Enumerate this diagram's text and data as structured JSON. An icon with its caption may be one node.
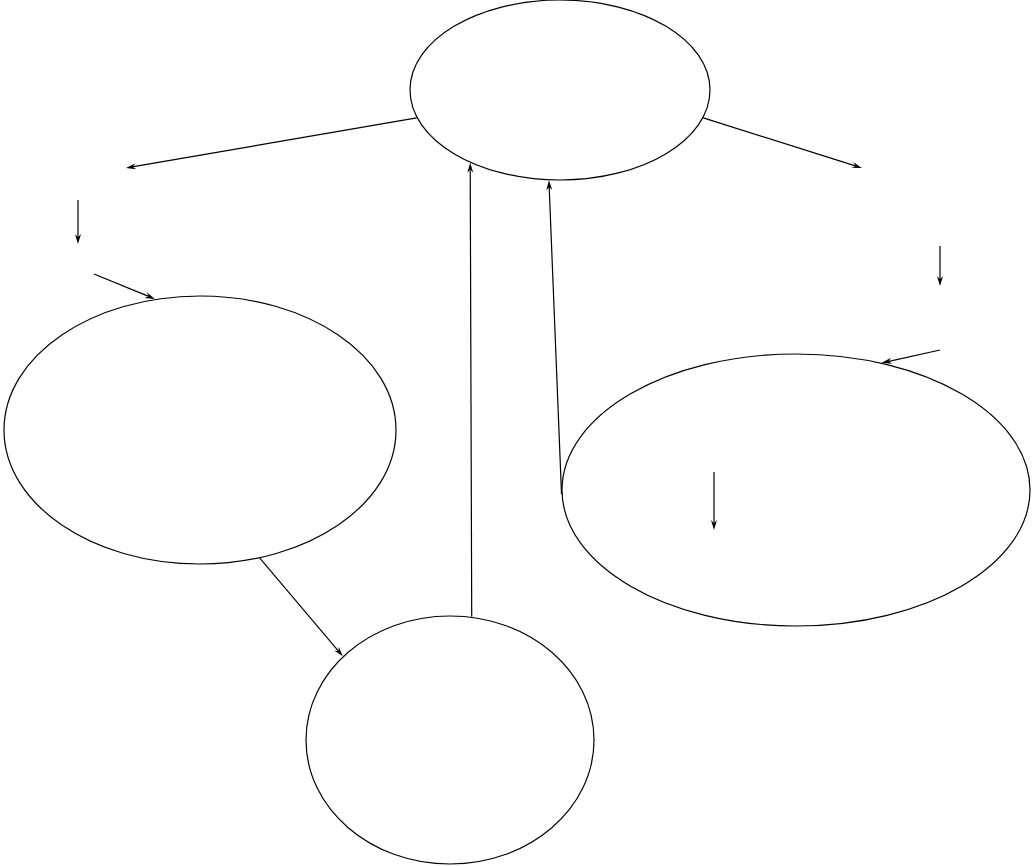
{
  "diagram": {
    "nodes": [
      {
        "text": [],
        "shape": "ellipse"
      },
      {
        "text": [],
        "shape": "ellipse"
      },
      {
        "text": [],
        "shape": "ellipse"
      },
      {
        "text": [],
        "shape": "ellipse"
      }
    ],
    "edges": [
      {
        "from": 0,
        "to": null,
        "arrow": "to"
      },
      {
        "from": 0,
        "to": null,
        "arrow": "to"
      },
      {
        "from": null,
        "to": 1,
        "arrow": "to"
      },
      {
        "from": null,
        "to": 2,
        "arrow": "to"
      },
      {
        "from": 1,
        "to": 3,
        "arrow": "to"
      },
      {
        "from": 3,
        "to": 0,
        "arrow": "to"
      },
      {
        "from": 2,
        "to": 0,
        "arrow": "to"
      }
    ]
  }
}
